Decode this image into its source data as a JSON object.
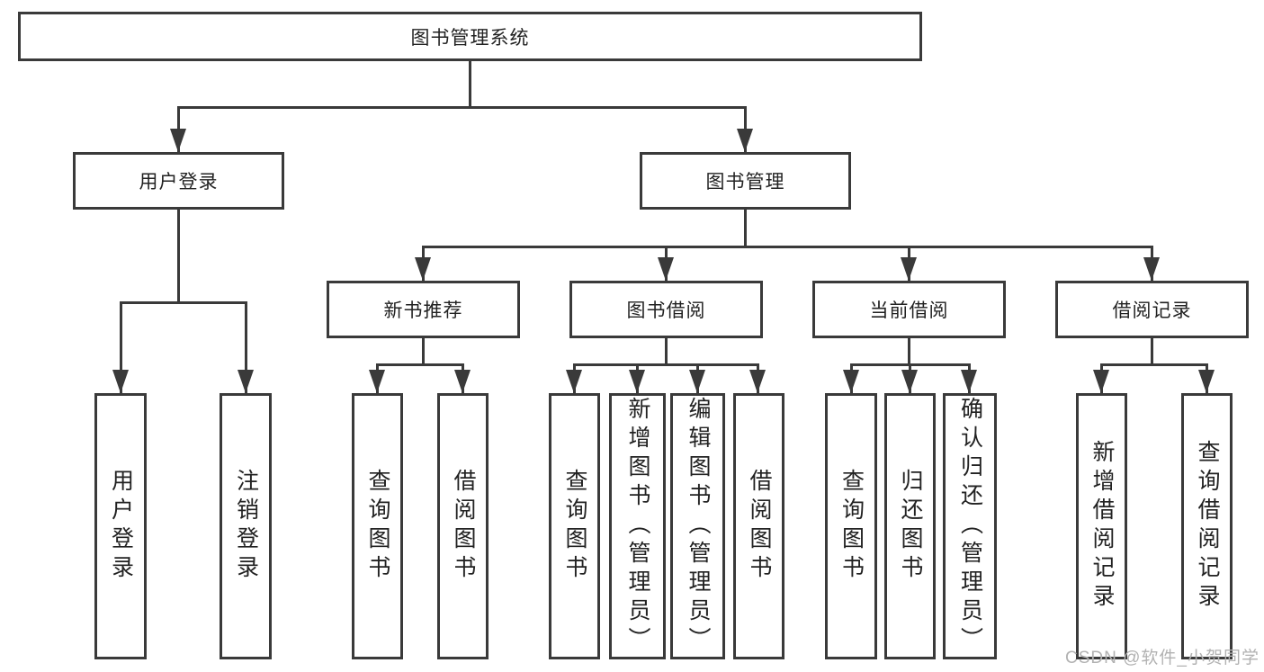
{
  "diagram": {
    "type": "hierarchy-tree",
    "tree": {
      "label": "图书管理系统",
      "children": [
        {
          "label": "用户登录",
          "children": [
            {
              "label": "用户登录"
            },
            {
              "label": "注销登录"
            }
          ]
        },
        {
          "label": "图书管理",
          "children": [
            {
              "label": "新书推荐",
              "children": [
                {
                  "label": "查询图书"
                },
                {
                  "label": "借阅图书"
                }
              ]
            },
            {
              "label": "图书借阅",
              "children": [
                {
                  "label": "查询图书"
                },
                {
                  "label": "新增图书（管理员）"
                },
                {
                  "label": "编辑图书（管理员）"
                },
                {
                  "label": "借阅图书"
                }
              ]
            },
            {
              "label": "当前借阅",
              "children": [
                {
                  "label": "查询图书"
                },
                {
                  "label": "归还图书"
                },
                {
                  "label": "确认归还（管理员）"
                }
              ]
            },
            {
              "label": "借阅记录",
              "children": [
                {
                  "label": "新增借阅记录"
                },
                {
                  "label": "查询借阅记录"
                }
              ]
            }
          ]
        }
      ]
    },
    "watermark": "CSDN @软件_小贺同学"
  },
  "colors": {
    "background": "#ffffff",
    "line": "#3a3a3a",
    "text": "#222222",
    "watermark": "#b2b2b2"
  }
}
